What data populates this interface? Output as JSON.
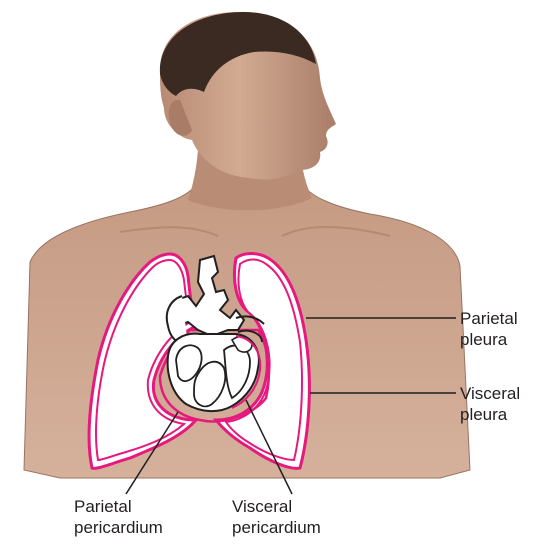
{
  "labels": {
    "parietal_pleura": [
      "Parietal",
      "pleura"
    ],
    "visceral_pleura": [
      "Visceral",
      "pleura"
    ],
    "parietal_pericardium": [
      "Parietal",
      "pericardium"
    ],
    "visceral_pericardium": [
      "Visceral",
      "pericardium"
    ]
  },
  "colors": {
    "skin": "#c9a088",
    "skin_shadow": "#a97c66",
    "hair": "#3a2a22",
    "membrane": "#e6197e",
    "organ_fill": "#ffffff",
    "outline": "#231f20",
    "leader_line": "#231f20"
  }
}
